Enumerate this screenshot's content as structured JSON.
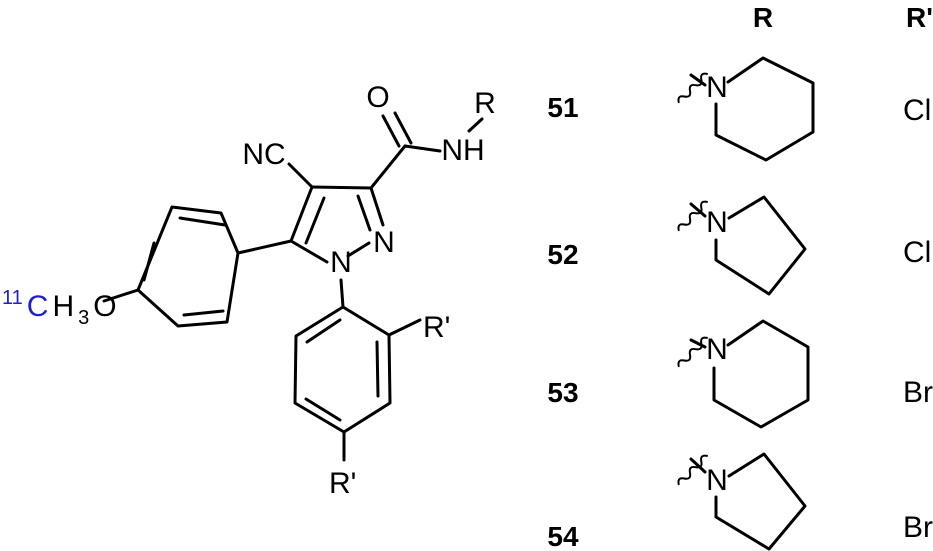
{
  "structure": {
    "oxygen_carbonyl": "O",
    "nh": "NH",
    "r_group": "R",
    "nitrile": "NC",
    "ring_n1": "N",
    "ring_n2": "N",
    "r_prime_ortho": "R'",
    "r_prime_para": "R'",
    "methoxy": {
      "isotope": "11",
      "carbon": "C",
      "h": "H",
      "h_count": "3",
      "oxygen": "O"
    },
    "isotope_color": "#1f1fd0"
  },
  "table": {
    "header_r": "R",
    "header_r_prime": "R'",
    "rows": [
      {
        "compound": "51",
        "r_n": "N",
        "r_prime": "Cl",
        "ring": "piperidine"
      },
      {
        "compound": "52",
        "r_n": "N",
        "r_prime": "Cl",
        "ring": "pyrrolidine"
      },
      {
        "compound": "53",
        "r_n": "N",
        "r_prime": "Br",
        "ring": "piperidine"
      },
      {
        "compound": "54",
        "r_n": "N",
        "r_prime": "Br",
        "ring": "pyrrolidine"
      }
    ]
  }
}
